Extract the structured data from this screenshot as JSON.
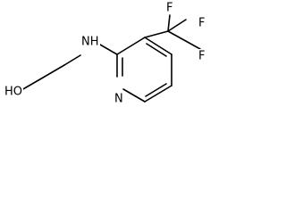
{
  "molecule": {
    "atoms": {
      "hydroxyl": "HO",
      "amine": "NH",
      "ring_nitrogen": "N",
      "fluorine_top": "F",
      "fluorine_right": "F",
      "fluorine_bottom": "F"
    }
  }
}
